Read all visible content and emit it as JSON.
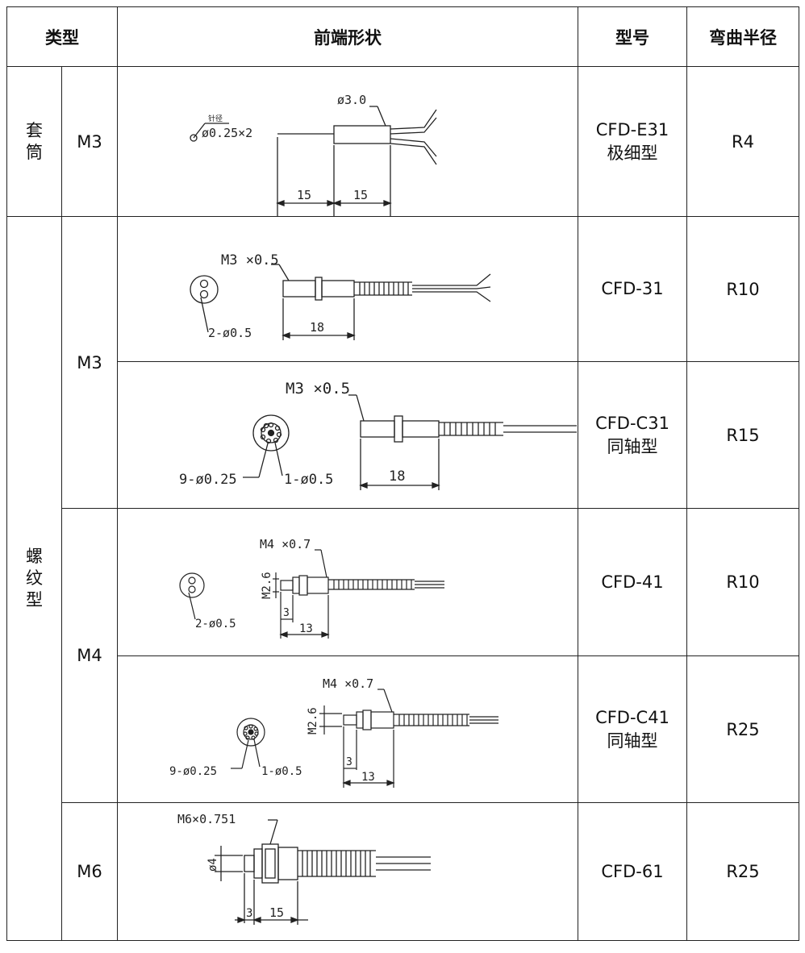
{
  "header": {
    "type": "类型",
    "front_shape": "前端形状",
    "model": "型号",
    "bend_radius": "弯曲半径"
  },
  "groups": {
    "sleeve": "套筒",
    "thread": "螺纹型"
  },
  "rows": [
    {
      "size": "M3",
      "model_line1": "CFD-E31",
      "model_line2": "极细型",
      "radius": "R4",
      "labels": {
        "note": "针径",
        "fiber": "ø0.25×2",
        "dia": "ø3.0",
        "len1": "15",
        "len2": "15"
      }
    },
    {
      "size": "M3",
      "model_line1": "CFD-31",
      "model_line2": "",
      "radius": "R10",
      "labels": {
        "thread": "M3 ×0.5",
        "holes": "2-ø0.5",
        "len": "18"
      }
    },
    {
      "model_line1": "CFD-C31",
      "model_line2": "同轴型",
      "radius": "R15",
      "labels": {
        "thread": "M3 ×0.5",
        "outer": "9-ø0.25",
        "inner": "1-ø0.5",
        "len": "18"
      }
    },
    {
      "size": "M4",
      "model_line1": "CFD-41",
      "model_line2": "",
      "radius": "R10",
      "labels": {
        "thread": "M4 ×0.7",
        "dia": "M2.6",
        "holes": "2-ø0.5",
        "len_small": "3",
        "len": "13"
      }
    },
    {
      "model_line1": "CFD-C41",
      "model_line2": "同轴型",
      "radius": "R25",
      "labels": {
        "thread": "M4 ×0.7",
        "dia": "M2.6",
        "outer": "9-ø0.25",
        "inner": "1-ø0.5",
        "len_small": "3",
        "len": "13"
      }
    },
    {
      "size": "M6",
      "model_line1": "CFD-61",
      "model_line2": "",
      "radius": "R25",
      "labels": {
        "thread": "M6×0.751",
        "dia": "ø4",
        "len_small": "3",
        "len": "15"
      }
    }
  ]
}
